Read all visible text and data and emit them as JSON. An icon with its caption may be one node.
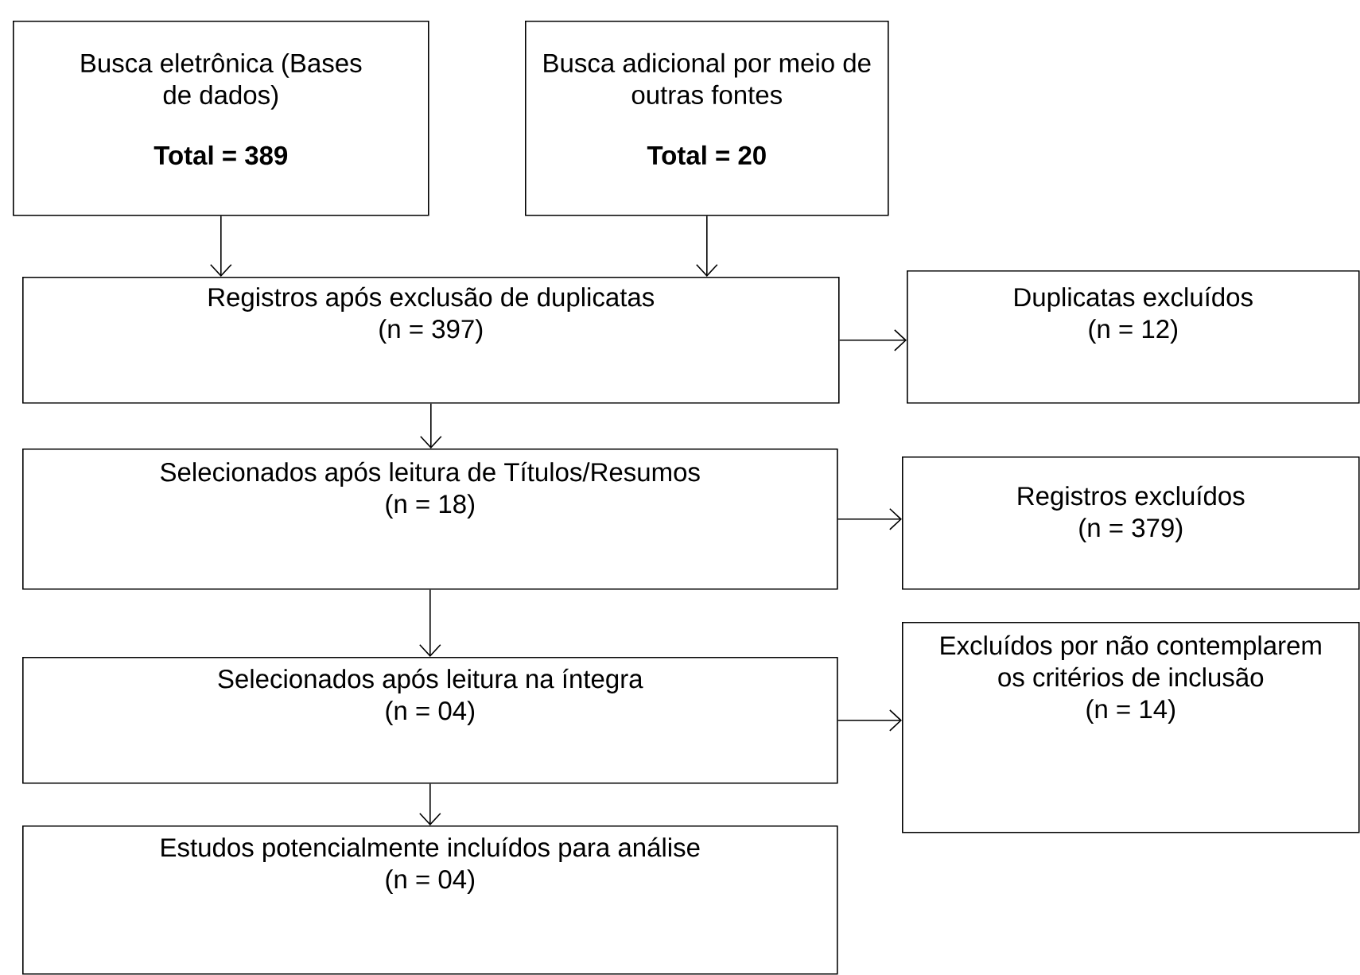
{
  "diagram": {
    "nodes": [
      {
        "text": [
          "Busca eletrônica (Bases de dados)",
          "Total = 389"
        ]
      },
      {
        "text": [
          "Busca adicional por meio de outras fontes",
          "Total = 20"
        ]
      },
      {
        "text": [
          "Registros após exclusão de duplicatas",
          "(n = 397)"
        ]
      },
      {
        "text": [
          "Duplicatas excluídos",
          "(n = 12)"
        ]
      },
      {
        "text": [
          "Selecionados após leitura de Títulos/Resumos",
          "(n = 18)"
        ]
      },
      {
        "text": [
          "Registros excluídos",
          "(n = 379)"
        ]
      },
      {
        "text": [
          "Selecionados após leitura na íntegra",
          "(n = 04)"
        ]
      },
      {
        "text": [
          "Excluídos por não contemplarem os critérios de inclusão",
          "(n = 14)"
        ]
      },
      {
        "text": [
          "Estudos potencialmente incluídos para análise",
          "(n = 04)"
        ]
      }
    ],
    "edges": [
      {
        "from": 0,
        "to": 2,
        "arrow": "to"
      },
      {
        "from": 1,
        "to": 2,
        "arrow": "to"
      },
      {
        "from": 2,
        "to": 3,
        "arrow": "to"
      },
      {
        "from": 2,
        "to": 4,
        "arrow": "to"
      },
      {
        "from": 4,
        "to": 5,
        "arrow": "to"
      },
      {
        "from": 4,
        "to": 6,
        "arrow": "to"
      },
      {
        "from": 6,
        "to": 7,
        "arrow": "to"
      },
      {
        "from": 6,
        "to": 8,
        "arrow": "to"
      }
    ]
  }
}
